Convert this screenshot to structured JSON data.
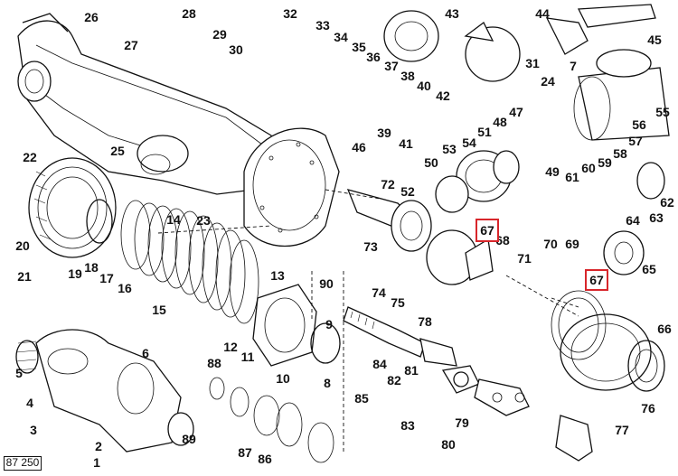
{
  "diagram": {
    "reference_code": "87 250",
    "highlighted_part": "67",
    "colors": {
      "ink": "#111111",
      "highlight": "#d8262b",
      "paper": "#ffffff"
    },
    "callouts": [
      "26",
      "28",
      "32",
      "33",
      "43",
      "44",
      "27",
      "29",
      "30",
      "34",
      "35",
      "36",
      "37",
      "38",
      "40",
      "42",
      "45",
      "31",
      "24",
      "7",
      "56",
      "55",
      "57",
      "25",
      "39",
      "41",
      "46",
      "48",
      "47",
      "58",
      "59",
      "22",
      "50",
      "51",
      "53",
      "54",
      "60",
      "61",
      "62",
      "63",
      "49",
      "72",
      "52",
      "64",
      "65",
      "23",
      "14",
      "73",
      "70",
      "68",
      "71",
      "69",
      "74",
      "75",
      "20",
      "21",
      "19",
      "18",
      "17",
      "16",
      "15",
      "13",
      "12",
      "11",
      "10",
      "9",
      "8",
      "90",
      "5",
      "6",
      "3",
      "4",
      "1",
      "2",
      "89",
      "88",
      "87",
      "86",
      "84",
      "85",
      "82",
      "81",
      "83",
      "80",
      "79",
      "78",
      "77",
      "76",
      "66",
      "67"
    ]
  }
}
